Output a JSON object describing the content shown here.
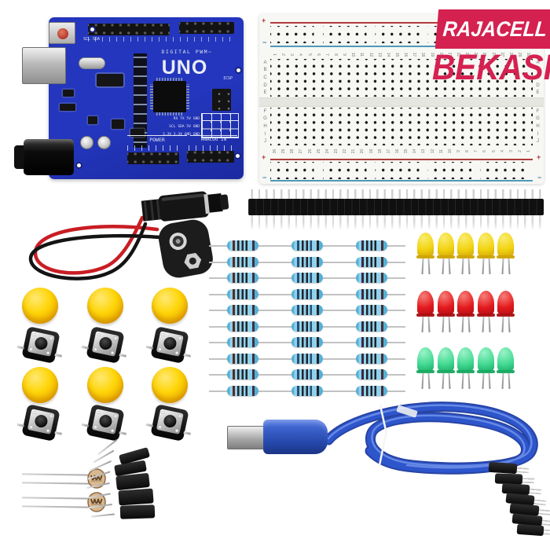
{
  "watermark": {
    "line1": "RAJACELL",
    "line2": "BEKASI",
    "color": "#d42150"
  },
  "arduino": {
    "board_color": "#2336bd",
    "labels": {
      "brand": "UNO",
      "digital_header": "DIGITAL PWM~",
      "scl_sda": "SCL SDA",
      "icsp": "ICSP",
      "comm_row1": "RX TX 5V GND",
      "comm_row2": "SCL SDA 5V GND",
      "comm_row3": "3.3V 3.3V GND GND",
      "power_header": "POWER",
      "analog_header": "ANALOG IN"
    }
  },
  "breadboard": {
    "columns": 30,
    "row_labels_top": "ABCDE",
    "row_labels_bottom": "FGHIJ",
    "plus": "+",
    "minus": "−",
    "red_line": "#b23a3a",
    "blue_line": "#4e9ab8"
  },
  "kit": {
    "resistors": {
      "rows": 10,
      "body_color": "#8fd2ec",
      "end_color": "#55b0d6",
      "columns": [
        {
          "bands": [
            "#5a2c22",
            "#26262b",
            "#26262b",
            "#26262b",
            "#403043"
          ]
        },
        {
          "bands": [
            "#2a4e72",
            "#23232a",
            "#23232a",
            "#2a4e72",
            "#23232a"
          ]
        },
        {
          "bands": [
            "#3c2a40",
            "#222228",
            "#222228",
            "#222228",
            "#4a2d35"
          ]
        }
      ]
    },
    "leds": {
      "per_row": 5,
      "rows": [
        {
          "name": "yellow",
          "hi": "#f9ec6e",
          "main": "#f2d312",
          "dark": "#cfa305"
        },
        {
          "name": "red",
          "hi": "#f57f78",
          "main": "#e41a1f",
          "dark": "#a90e12"
        },
        {
          "name": "green",
          "hi": "#9bf2c8",
          "main": "#43da93",
          "dark": "#17a861"
        }
      ]
    },
    "buttons": {
      "caps": 6,
      "switches": 6,
      "cap_color": "#ffd60a"
    },
    "header_strip": {
      "pins": 40
    },
    "photoresistors": {
      "count": 2
    },
    "jumper_wires": {
      "colors": [
        "#1c1c1c",
        "#ededed",
        "#9a9a9a",
        "#7b4fa0",
        "#2d55c8",
        "#2fa082",
        "#e8d22a",
        "#f59a1a",
        "#e03c18",
        "#a82016"
      ]
    }
  }
}
